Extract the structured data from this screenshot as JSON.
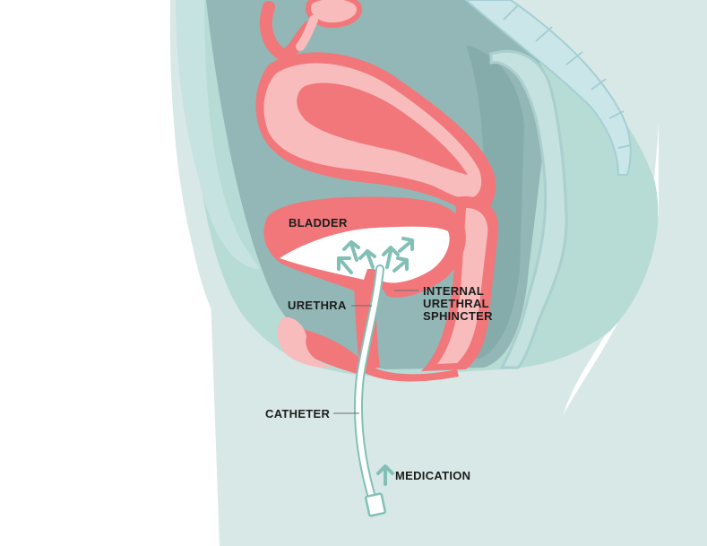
{
  "labels": {
    "bladder": "BLADDER",
    "urethra": "URETHRA",
    "internal_sphincter_line1": "INTERNAL",
    "internal_sphincter_line2": "URETHRAL",
    "internal_sphincter_line3": "SPHINCTER",
    "catheter": "CATHETER",
    "medication": "MEDICATION"
  },
  "colors": {
    "body_outer": "#d8e8e6",
    "pelvis_mid": "#b6dcd5",
    "cavity": "#93b7b6",
    "cavity_dark": "#86abab",
    "spine": "#cbe6e9",
    "organ_pink": "#f1777a",
    "organ_light": "#f8bcbd",
    "bladder_inner": "#ffffff",
    "catheter": "#ffffff",
    "arrow": "#82c0b6",
    "text": "#1c1c1c"
  }
}
